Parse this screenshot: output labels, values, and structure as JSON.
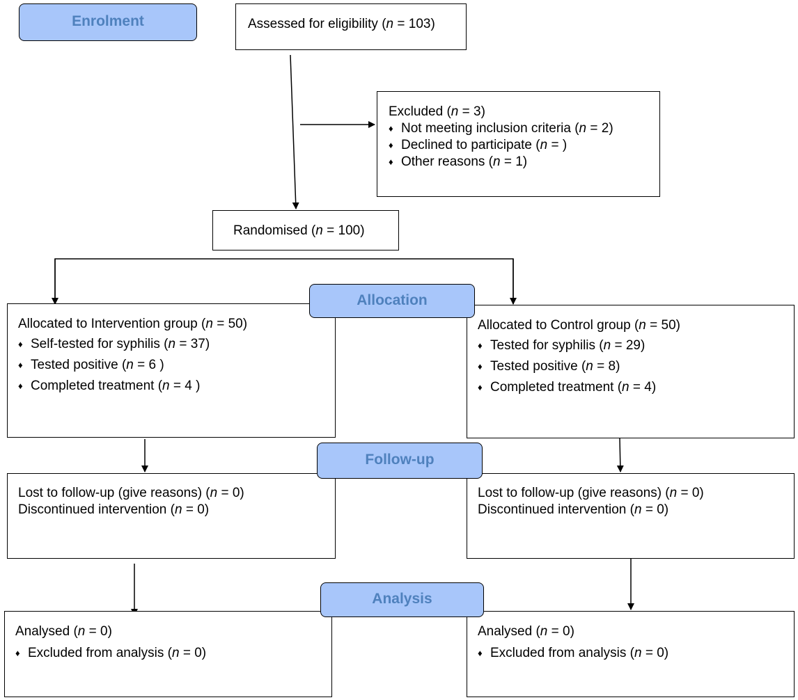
{
  "stages": {
    "enrolment": "Enrolment",
    "allocation": "Allocation",
    "followup": "Follow-up",
    "analysis": "Analysis"
  },
  "assessed": {
    "pre": "Assessed for eligibility (",
    "n": "n",
    "post": " = 103)"
  },
  "excluded": {
    "head": {
      "pre": "Excluded (",
      "n": "n",
      "post": " = 3)"
    },
    "bullet": "♦",
    "items": [
      {
        "pre": "Not meeting inclusion criteria (",
        "n": "n",
        "post": " = 2)"
      },
      {
        "pre": "Declined to participate (",
        "n": "n",
        "post": " = )"
      },
      {
        "pre": "Other reasons (",
        "n": "n",
        "post": " = 1)"
      }
    ]
  },
  "randomised": {
    "pre": "Randomised (",
    "n": "n",
    "post": " = 100)"
  },
  "intervention": {
    "head": {
      "pre": "Allocated to Intervention group (",
      "n": "n",
      "post": " = 50)"
    },
    "items": [
      {
        "pre": "Self-tested for syphilis (",
        "n": "n",
        "post": " = 37)"
      },
      {
        "pre": "Tested positive (",
        "n": "n",
        "post": " = 6 )"
      },
      {
        "pre": "Completed treatment (",
        "n": "n",
        "post": " = 4 )"
      }
    ]
  },
  "control": {
    "head": {
      "pre": "Allocated to Control group (",
      "n": "n",
      "post": " = 50)"
    },
    "items": [
      {
        "pre": "Tested for syphilis (",
        "n": "n",
        "post": " = 29)"
      },
      {
        "pre": "Tested positive (",
        "n": "n",
        "post": " = 8)"
      },
      {
        "pre": "Completed treatment (",
        "n": "n",
        "post": " = 4)"
      }
    ]
  },
  "followup_left": {
    "lost": {
      "pre": "Lost to follow-up (give reasons) (",
      "n": "n",
      "post": " = 0)"
    },
    "disc": {
      "pre": "Discontinued intervention (",
      "n": "n",
      "post": " = 0)"
    }
  },
  "followup_right": {
    "lost": {
      "pre": "Lost to follow-up (give reasons) (",
      "n": "n",
      "post": " = 0)"
    },
    "disc": {
      "pre": "Discontinued intervention (",
      "n": "n",
      "post": " = 0)"
    }
  },
  "analysis_left": {
    "head": {
      "pre": "Analysed (",
      "n": "n",
      "post": " = 0)"
    },
    "item": {
      "pre": "Excluded from analysis (",
      "n": "n",
      "post": " = 0)"
    }
  },
  "analysis_right": {
    "head": {
      "pre": "Analysed (",
      "n": "n",
      "post": " = 0)"
    },
    "item": {
      "pre": "Excluded from analysis (",
      "n": "n",
      "post": " = 0)"
    }
  }
}
